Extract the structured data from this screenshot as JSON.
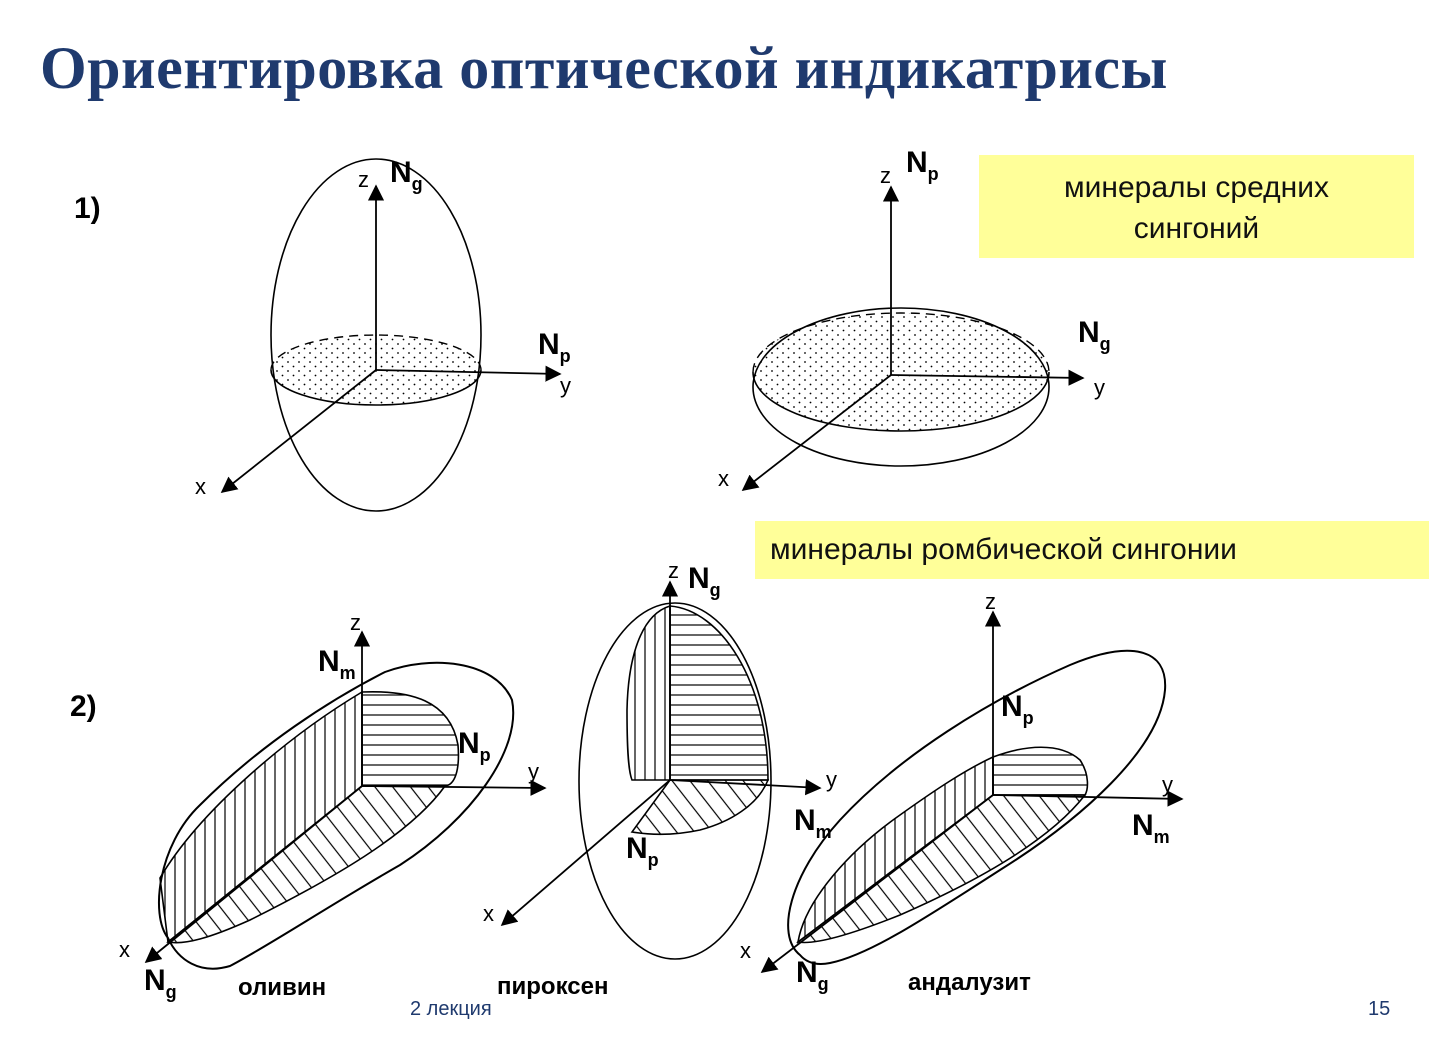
{
  "title": "Ориентировка оптической индикатрисы",
  "notes": {
    "middle_syngony_line1": "минералы средних",
    "middle_syngony_line2": "сингоний",
    "rhombic_syngony": "минералы ромбической сингонии"
  },
  "section_labels": {
    "s1": "1)",
    "s2": "2)"
  },
  "axes": {
    "x": "x",
    "y": "y",
    "z": "z"
  },
  "indicatrix": {
    "Ng": "N",
    "g": "g",
    "Np": "N",
    "p": "p",
    "Nm": "N",
    "m": "m"
  },
  "minerals": {
    "olivine": "оливин",
    "pyroxene": "пироксен",
    "andalusite": "андалузит"
  },
  "footer": {
    "lecture": "2 лекция",
    "page": "15"
  }
}
